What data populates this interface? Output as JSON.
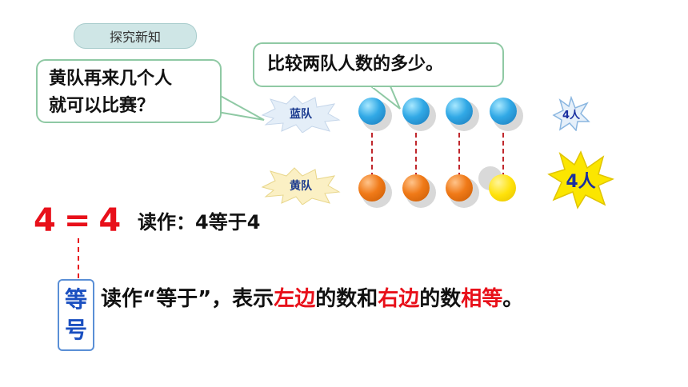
{
  "section_label": "探究新知",
  "left_bubble": {
    "line1": "黄队再来几个人",
    "line2": "就可以比赛？"
  },
  "top_bubble": "比较两队人数的多少。",
  "teams": {
    "blue": "蓝队",
    "yellow": "黄队"
  },
  "counts": {
    "blue": "4人",
    "yellow": "4人"
  },
  "equation": {
    "left": "4",
    "sign": "=",
    "right": "4"
  },
  "reading": "读作：4等于4",
  "sign_box": {
    "line1": "等",
    "line2": "号"
  },
  "explanation": {
    "part1": "读作“等于”，表示",
    "left_side": "左边",
    "part2": "的数和",
    "right_side": "右边",
    "part3": "的数",
    "equal": "相等",
    "end": "。"
  },
  "colors": {
    "accent_red": "#e8101a",
    "blue_ball": "#31a9e6",
    "orange_ball": "#f07a18",
    "yellow_ball": "#ffe20a"
  }
}
